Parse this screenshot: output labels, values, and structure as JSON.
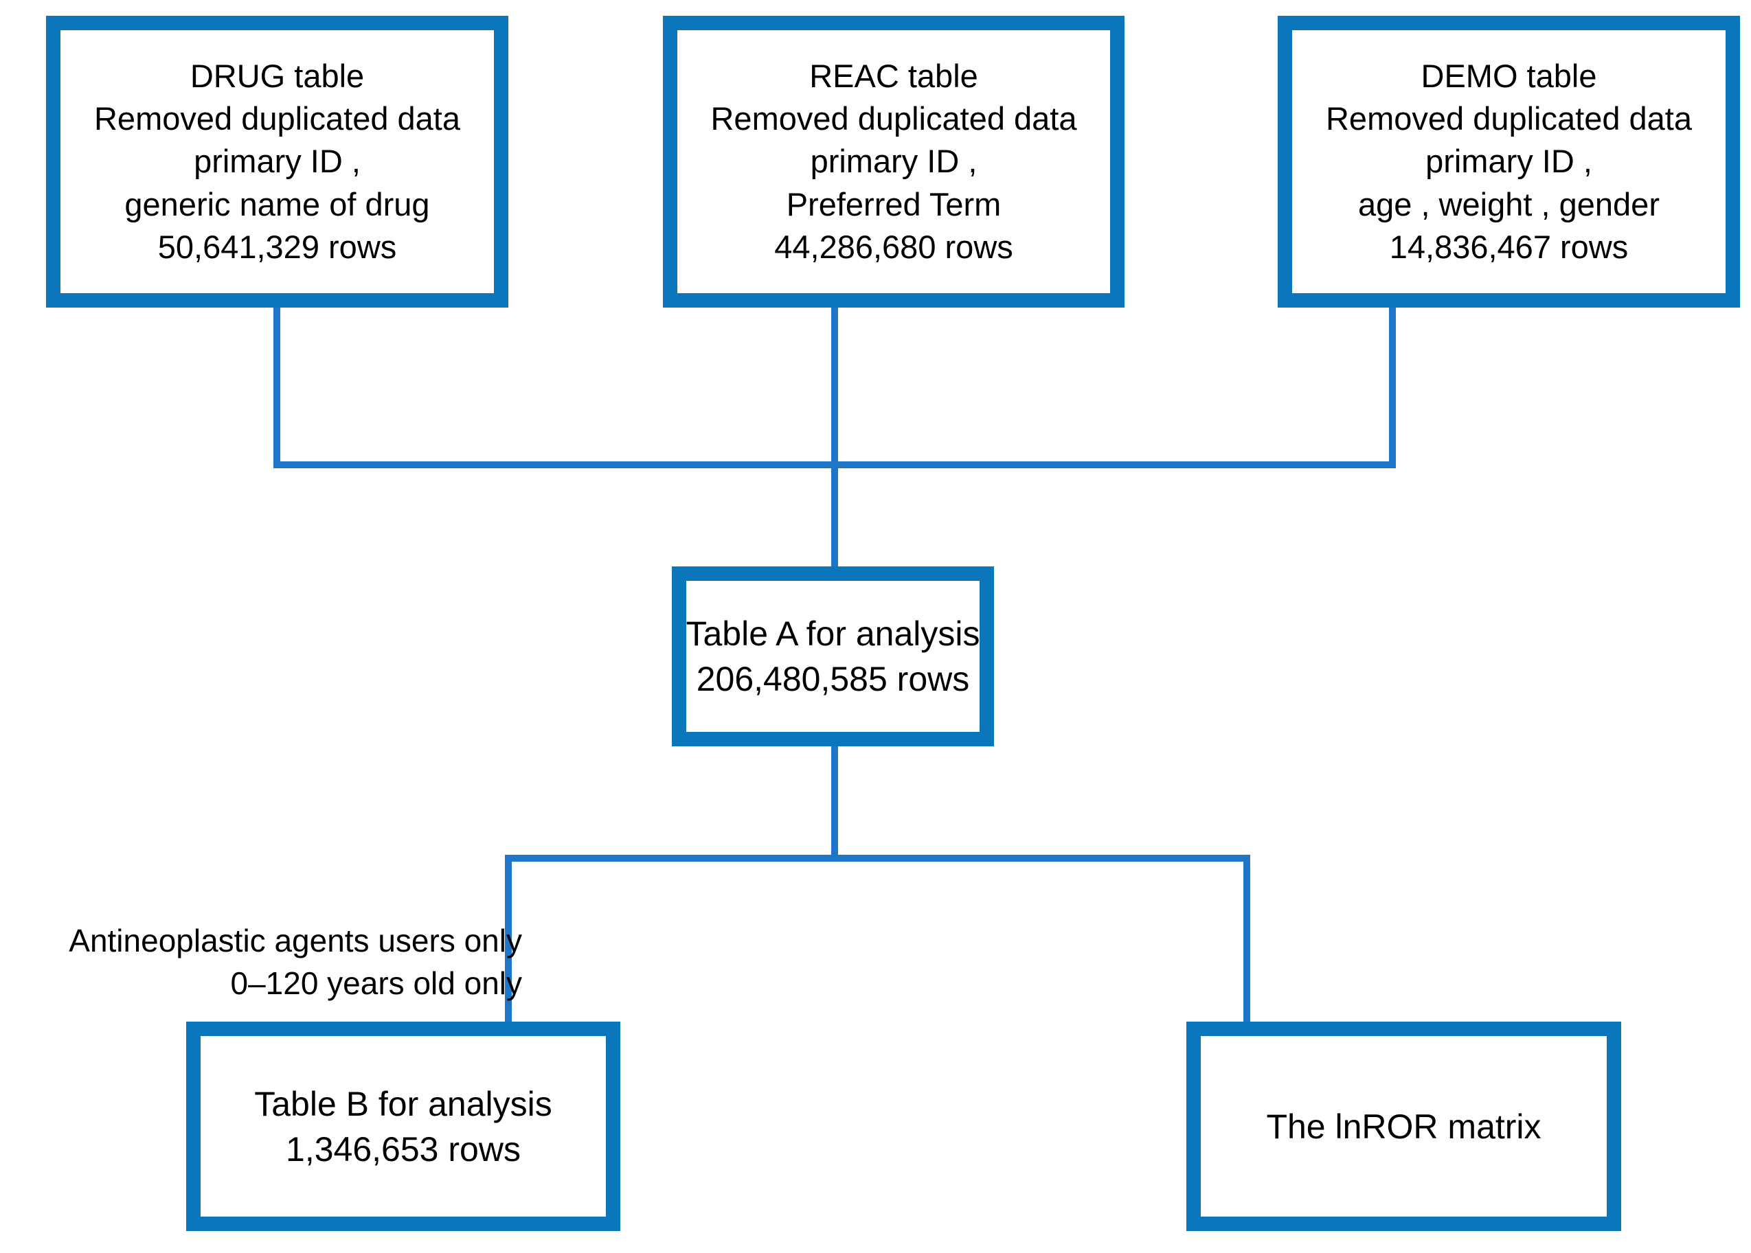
{
  "diagram": {
    "type": "flowchart",
    "accent_color": "#0c76bc",
    "connector_color": "#1f76c8",
    "background_color": "#ffffff",
    "text_color": "#000000",
    "nodes": {
      "drug_table": {
        "lines": [
          "DRUG table",
          "Removed duplicated data",
          "primary ID ,",
          "generic name of drug",
          "50,641,329 rows"
        ]
      },
      "reac_table": {
        "lines": [
          "REAC table",
          "Removed duplicated data",
          "primary ID ,",
          "Preferred Term",
          "44,286,680 rows"
        ]
      },
      "demo_table": {
        "lines": [
          "DEMO table",
          "Removed duplicated data",
          "primary ID ,",
          "age , weight , gender",
          "14,836,467 rows"
        ]
      },
      "table_a": {
        "lines": [
          "Table A for analysis",
          "206,480,585 rows"
        ]
      },
      "table_b": {
        "lines": [
          "Table B for analysis",
          "1,346,653 rows"
        ]
      },
      "lnror_matrix": {
        "lines": [
          "The lnROR matrix"
        ]
      }
    },
    "annotation": {
      "lines": [
        "Antineoplastic agents users only",
        "0–120 years old only"
      ]
    }
  }
}
